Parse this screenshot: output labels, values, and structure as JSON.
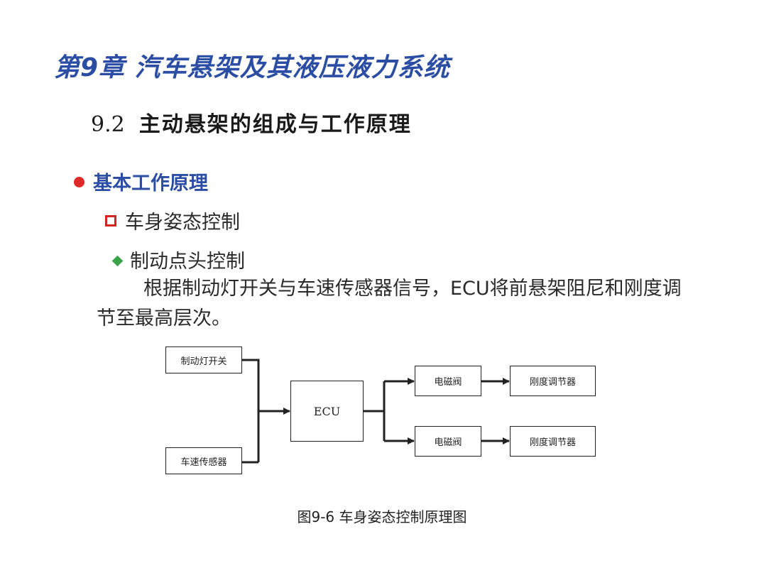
{
  "slide": {
    "chapter_title": "第9章 汽车悬架及其液压液力系统",
    "section_number": "9.2",
    "section_title": "主动悬架的组成与工作原理",
    "bullet_level1": "基本工作原理",
    "bullet_level2": "车身姿态控制",
    "bullet_level3": "制动点头控制",
    "paragraph": "根据制动灯开关与车速传感器信号，ECU将前悬架阻尼和刚度调节至最高层次。"
  },
  "diagram": {
    "inputs": [
      "制动灯开关",
      "车速传感器"
    ],
    "controller": "ECU",
    "actuators": [
      "电磁阀",
      "电磁阀"
    ],
    "outputs": [
      "刚度调节器",
      "刚度调节器"
    ]
  },
  "caption": "图9-6 车身姿态控制原理图",
  "colors": {
    "title_blue": "#2b4da3",
    "bullet_red": "#e02a2a",
    "square_red": "#d32424",
    "diamond_green": "#3aa34a"
  }
}
